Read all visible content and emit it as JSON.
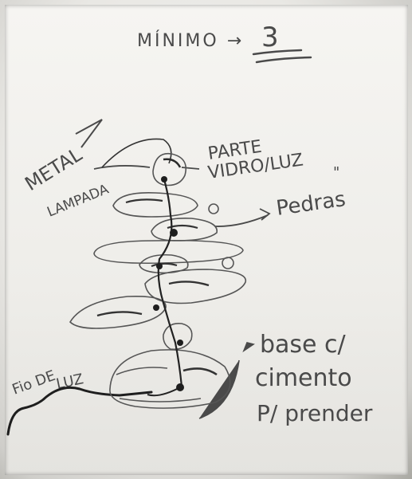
{
  "title": {
    "text": "MÍNIMO →",
    "number": "3"
  },
  "labels": {
    "metal": "METAL",
    "lampada": "LAMPADA",
    "parte_line1": "PARTE",
    "parte_line2": "VIDRO/LUZ",
    "quote_mark": "\"",
    "pedras": "Pedras",
    "base_line1": "base c/",
    "base_line2": "cimento",
    "base_line3": "P/ prender",
    "fio_line1": "Fio DE",
    "fio_line2": "LUZ"
  },
  "colors": {
    "ink": "#4a4a4a",
    "dark": "#1e1e1e",
    "paper": "#f3f2ef"
  }
}
